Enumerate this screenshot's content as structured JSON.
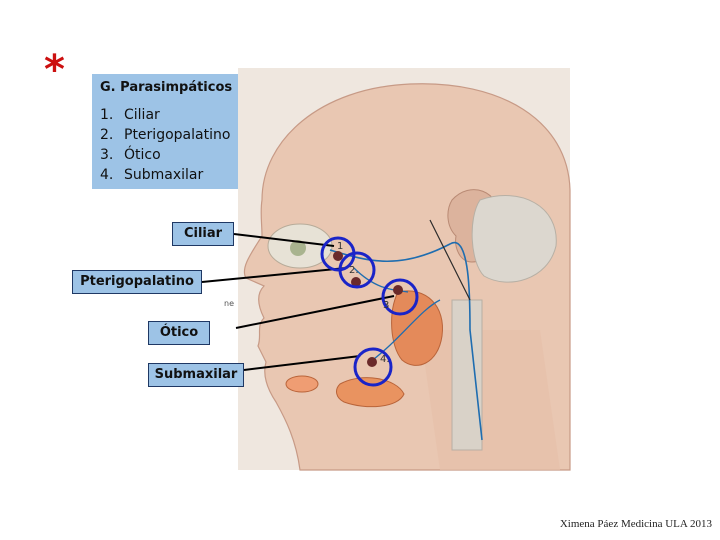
{
  "asterisk": "*",
  "info_box": {
    "title": "G. Parasimpáticos",
    "items": [
      {
        "num": "1.",
        "label": "Ciliar"
      },
      {
        "num": "2.",
        "label": "Pterigopalatino"
      },
      {
        "num": "3.",
        "label": "Ótico"
      },
      {
        "num": "4.",
        "label": "Submaxilar"
      }
    ]
  },
  "callouts": {
    "ciliar": "Ciliar",
    "pterigopalatino": "Pterigopalatino",
    "otico": "Ótico",
    "submaxilar": "Submaxilar"
  },
  "markers": {
    "m1": "1",
    "m2": "2.",
    "m3": "3",
    "m4": "4."
  },
  "fragment_label": "ne",
  "credit": "Ximena Páez Medicina ULA 2013",
  "colors": {
    "label_fill": "#9dc3e6",
    "asterisk": "#cc1010",
    "ring": "#1a24c8",
    "nerve": "#1e6db0"
  }
}
